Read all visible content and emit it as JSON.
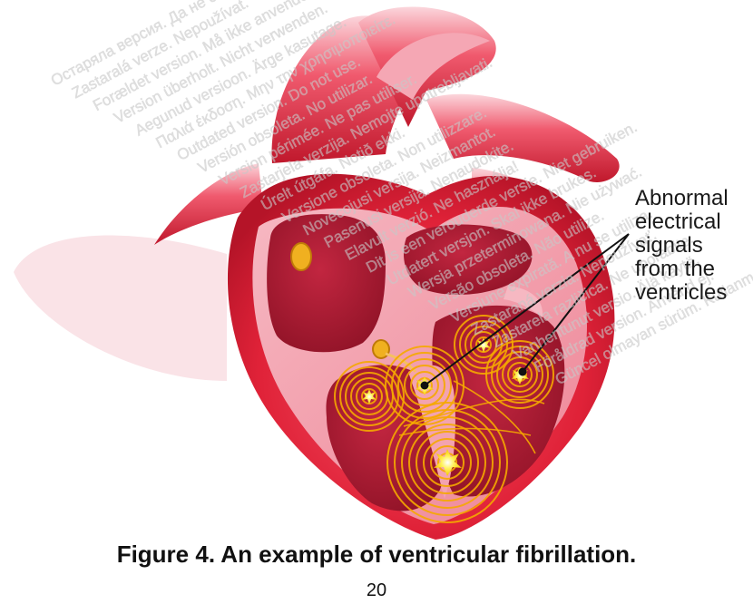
{
  "callout": {
    "lines": [
      "Abnormal",
      "electrical",
      "signals",
      "from the",
      "ventricles"
    ]
  },
  "caption": "Figure 4. An example of ventricular fibrillation.",
  "page_number": "20",
  "watermark_lines": [
    "Остаряла версия. Да не се използва.",
    "Zastaralá verze. Nepoužívat.",
    "Forældet version. Må ikke anvendes.",
    "Version überholt. Nicht verwenden.",
    "Aegunud versioon. Ärge kasutage.",
    "Παλιά έκδοση. Μην την χρησιμοποιείτε.",
    "Outdated version. Do not use.",
    "Versión obsoleta. No utilizar.",
    "Version périmée. Ne pas utiliser.",
    "Zastarjela verzija. Nemojte upotrebljavati.",
    "Úrelt útgáfa. Notið ekki.",
    "Versione obsoleta. Non utilizzare.",
    "Novecojusi versija. Neizmantot.",
    "Pasenusi versija. Nenaudokite.",
    "Elavult verzió. Ne használja!",
    "Dit is een verouderde versie. Niet gebruiken.",
    "Utdatert versjon. Skal ikke brukes.",
    "Wersja przeterminowana. Nie używać.",
    "Versão obsoleta. Não utilize.",
    "Versiune expirată. A nu se utiliza.",
    "Zastaraná verzia. Nepoužívať.",
    "Zastarela različica. Ne uporabite.",
    "Vanhentunut versio. Älä käytä.",
    "Föråldrad version. Använd ej.",
    "Güncel olmayan sürüm. Kullanmayın."
  ],
  "colors": {
    "heart_outer": "#e8203a",
    "heart_inner": "#f2a0ae",
    "chamber": "#a0182e",
    "signal_ring": "#f5a800",
    "signal_core": "#ffea2a",
    "node": "#f0b020"
  }
}
